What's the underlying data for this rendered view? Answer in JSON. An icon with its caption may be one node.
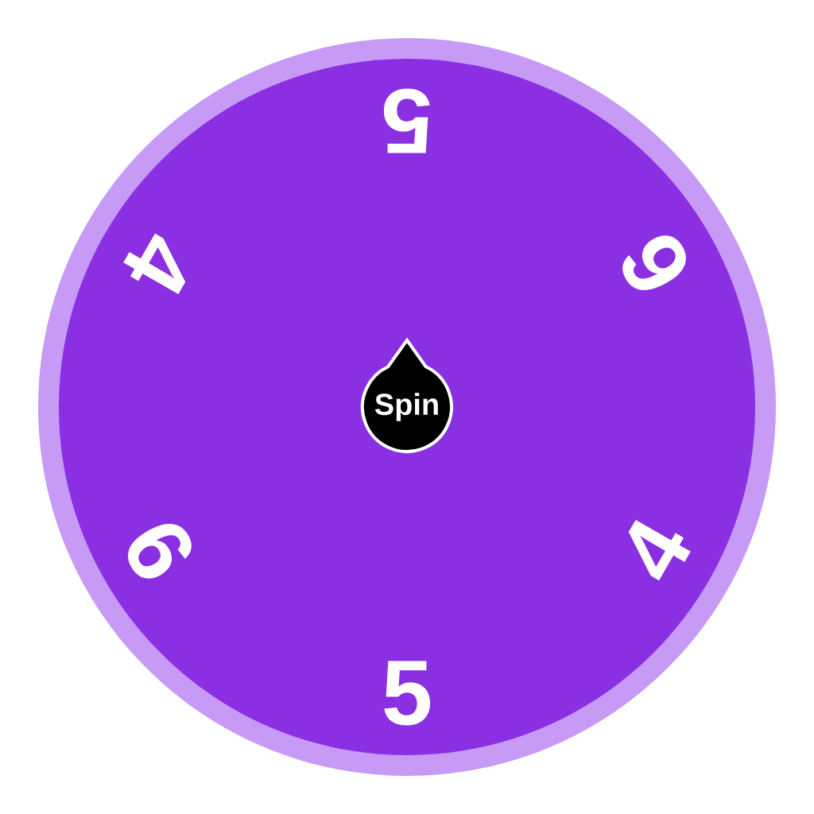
{
  "diagram": {
    "nodes": [
      {
        "text": [
          "Spin"
        ]
      }
    ],
    "labels": [
      "5",
      "4",
      "6",
      "6",
      "4",
      "5"
    ]
  }
}
